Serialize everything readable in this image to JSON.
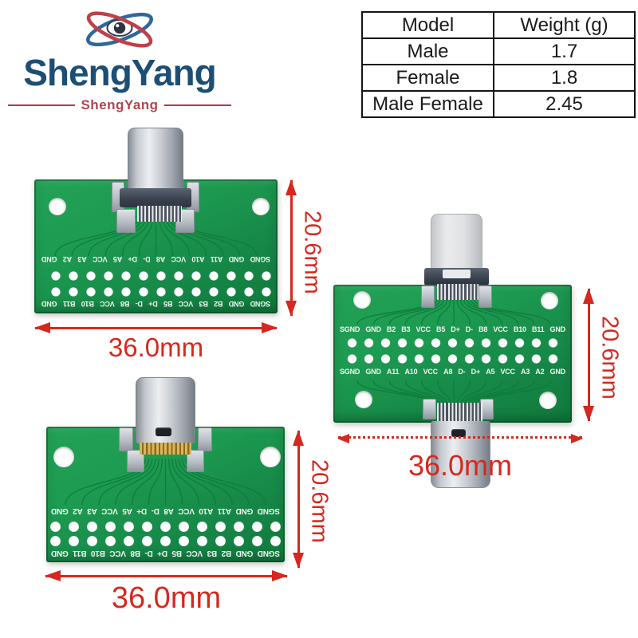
{
  "brand": {
    "logo_text": "ShengYang",
    "logo_subtext": "ShengYang",
    "logo_icon": "orbit-eye-icon"
  },
  "spec_table": {
    "headers": {
      "model": "Model",
      "weight": "Weight (g)"
    },
    "rows": [
      {
        "model": "Male",
        "weight": "1.7"
      },
      {
        "model": "Female",
        "weight": "1.8"
      },
      {
        "model": "Male Female",
        "weight": "2.45"
      }
    ]
  },
  "dimensions": {
    "board_width": "36.0mm",
    "board_height": "20.6mm"
  },
  "silkscreen": {
    "row_b": [
      "SGND",
      "GND",
      "B2",
      "B3",
      "VCC",
      "B5",
      "D+",
      "D-",
      "B8",
      "VCC",
      "B10",
      "B11",
      "GND"
    ],
    "row_a": [
      "SGND",
      "GND",
      "A11",
      "A10",
      "VCC",
      "A8",
      "D-",
      "D+",
      "A5",
      "VCC",
      "A3",
      "A2",
      "GND"
    ]
  },
  "colors": {
    "pcb_green": "#17914a",
    "dimension_red": "#d6281e",
    "brand_blue": "#1d4e74",
    "brand_red": "#b14550",
    "silkscreen_white": "#f2f6f1"
  }
}
